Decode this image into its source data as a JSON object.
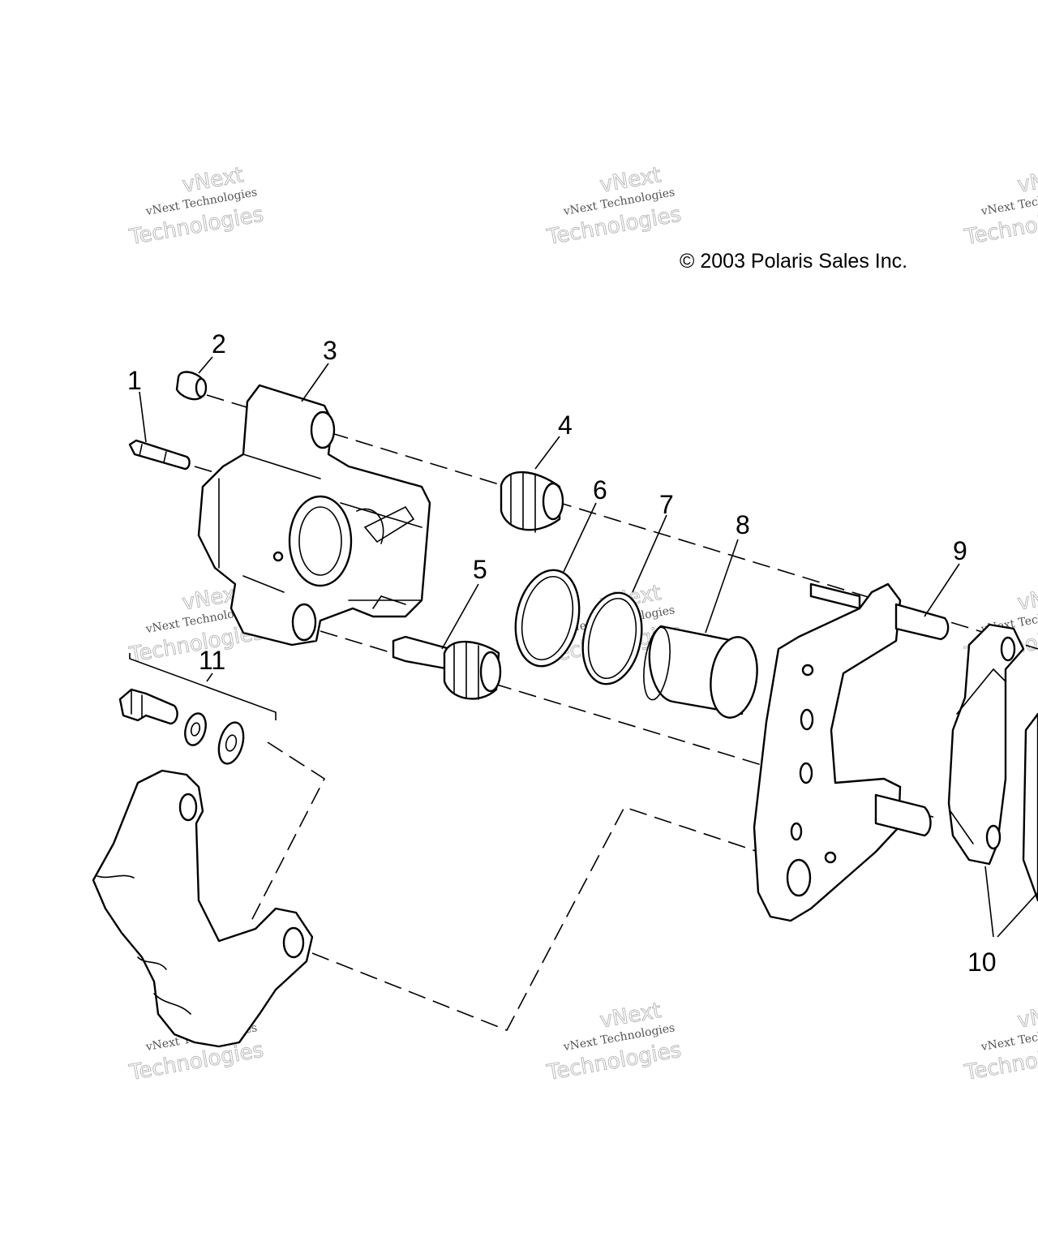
{
  "copyright": "© 2003 Polaris Sales Inc.",
  "watermark": {
    "line1": "vNext",
    "line2": "vNext Technologies",
    "line3": "Technologies",
    "color": "#bbbbbb"
  },
  "callouts": {
    "c1": "1",
    "c2": "2",
    "c3": "3",
    "c4": "4",
    "c5": "5",
    "c6": "6",
    "c7": "7",
    "c8": "8",
    "c9": "9",
    "c10": "10",
    "c11": "11"
  },
  "colors": {
    "line": "#000000",
    "background": "#ffffff"
  }
}
